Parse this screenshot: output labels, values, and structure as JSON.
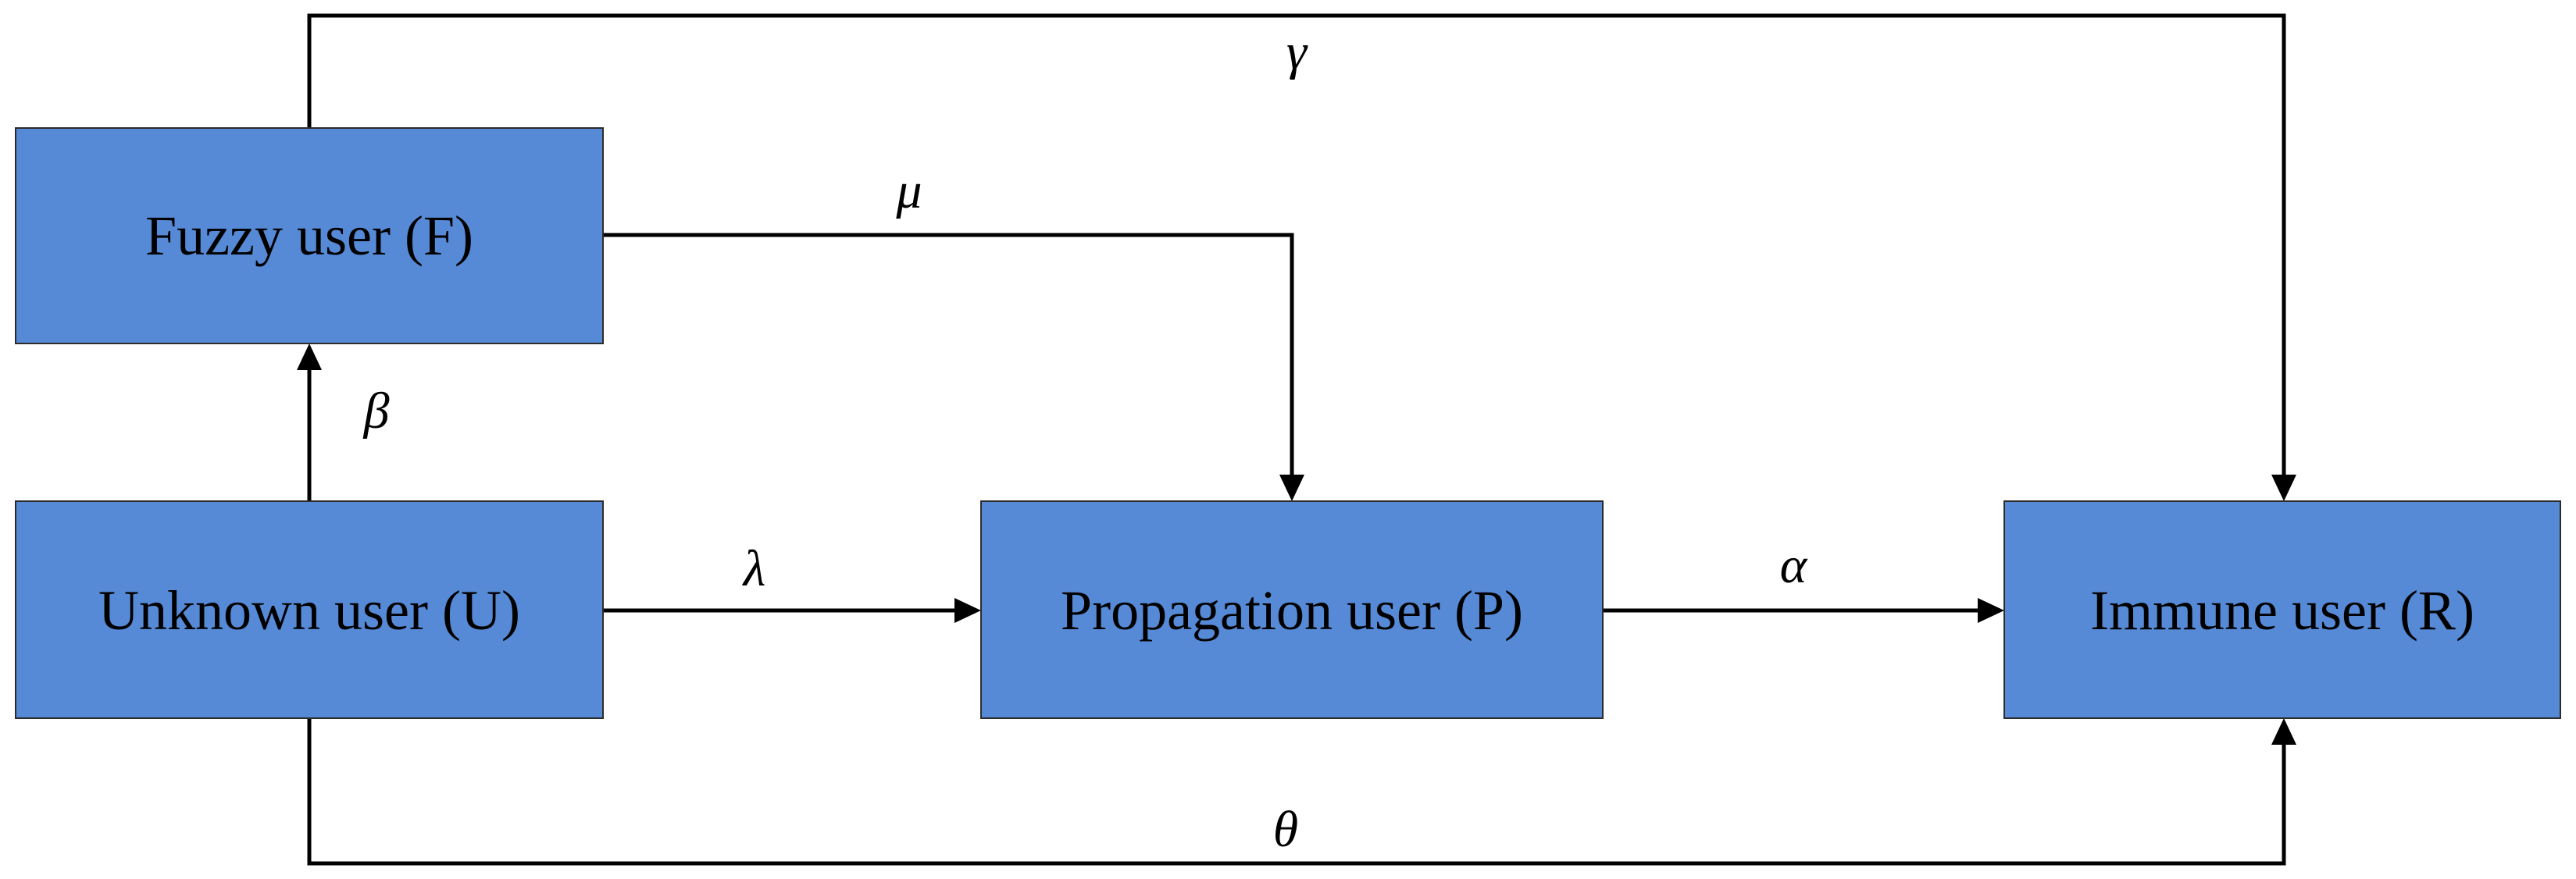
{
  "diagram": {
    "colors": {
      "node_fill": "#568ad6",
      "node_border": "#2c2c2c",
      "arrow": "#000000",
      "background": "#ffffff"
    },
    "nodes": [
      {
        "id": "fuzzy",
        "label": "Fuzzy user (F)"
      },
      {
        "id": "unknown",
        "label": "Unknown user (U)"
      },
      {
        "id": "propagation",
        "label": "Propagation user (P)"
      },
      {
        "id": "immune",
        "label": "Immune user (R)"
      }
    ],
    "edges": [
      {
        "id": "gamma",
        "from": "fuzzy",
        "to": "immune",
        "label": "γ"
      },
      {
        "id": "mu",
        "from": "fuzzy",
        "to": "propagation",
        "label": "μ"
      },
      {
        "id": "beta",
        "from": "unknown",
        "to": "fuzzy",
        "label": "β"
      },
      {
        "id": "lambda",
        "from": "unknown",
        "to": "propagation",
        "label": "λ"
      },
      {
        "id": "alpha",
        "from": "propagation",
        "to": "immune",
        "label": "α"
      },
      {
        "id": "theta",
        "from": "unknown",
        "to": "immune",
        "label": "θ"
      }
    ]
  }
}
